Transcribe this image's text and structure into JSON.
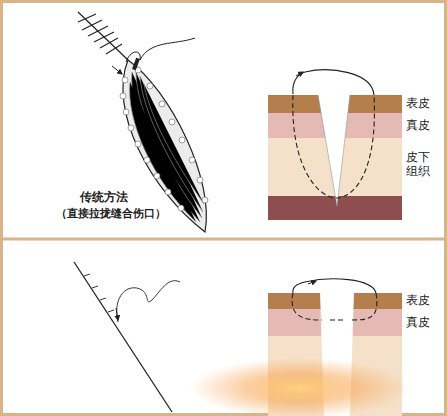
{
  "diagram": {
    "labels": [
      "传统方法",
      "（直接拉拢缝合伤口）",
      "表皮",
      "真皮",
      "皮下组织",
      "表皮",
      "真皮"
    ]
  }
}
